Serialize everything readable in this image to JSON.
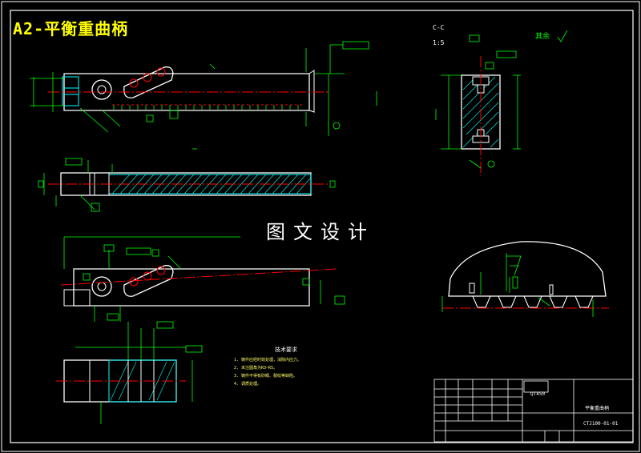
{
  "drawing": {
    "title": "A2-平衡重曲柄",
    "watermark": "图文设计",
    "section_label": "C-C",
    "scale": "1:5",
    "roughness_note": "其余",
    "technical_requirements": {
      "title": "技术要求",
      "lines": [
        "1. 铸件应经时效处理，消除内应力。",
        "2. 未注圆角为R3~R5。",
        "3. 铸件不得有砂眼、裂纹等缺陷。",
        "4. 调质处理。"
      ]
    },
    "title_block": {
      "material": "QT450",
      "part_name": "平衡重曲柄",
      "drawing_code": "CTJ100-01-01"
    }
  },
  "colors": {
    "background": "#000000",
    "outline": "#ffffff",
    "dimension": "#00ff00",
    "center_line": "#ff0000",
    "hatch": "#00ffff",
    "title": "#ffff00"
  }
}
